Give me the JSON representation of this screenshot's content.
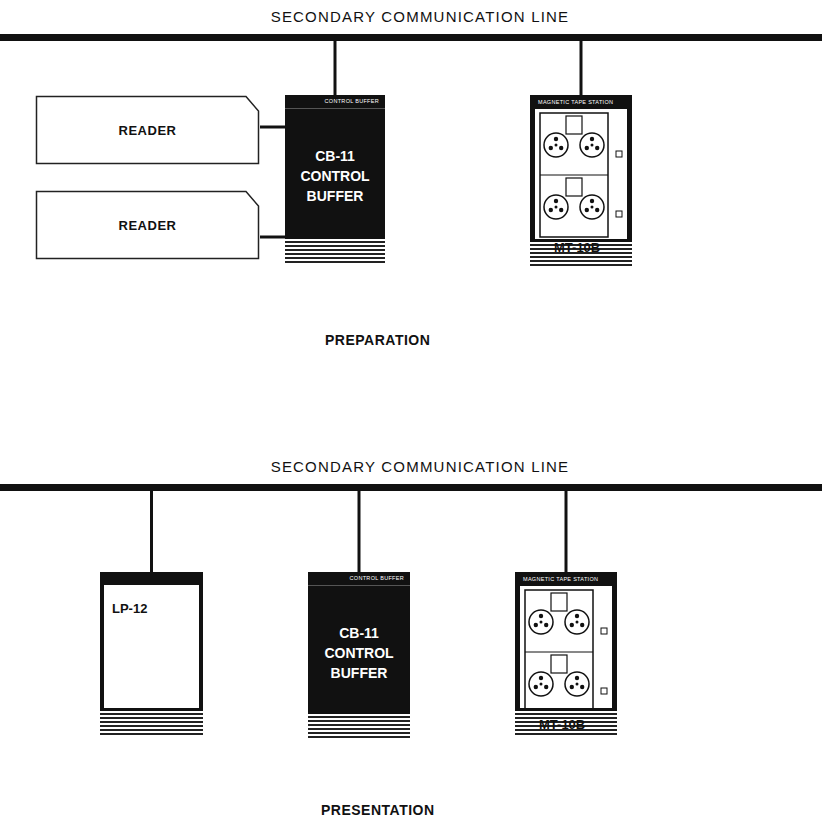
{
  "diagram": {
    "nodes": [
      {
        "text": [
          "SECONDARY COMMUNICATION LINE"
        ]
      },
      {
        "text": [
          "READER"
        ]
      },
      {
        "text": [
          "CONTROL BUFFER",
          "CB-11 CONTROL BUFFER"
        ]
      },
      {
        "text": [
          "MAGNETIC TAPE STATION",
          "MT-10B"
        ]
      },
      {
        "text": [
          "READER"
        ]
      },
      {
        "text": [
          "SECONDARY COMMUNICATION LINE"
        ]
      },
      {
        "text": [
          "LP-12"
        ]
      },
      {
        "text": [
          "CONTROL BUFFER",
          "CB-11 CONTROL BUFFER"
        ]
      },
      {
        "text": [
          "MAGNETIC TAPE STATION",
          "MT-10B"
        ]
      }
    ],
    "edges": [
      {
        "from": 1,
        "to": 2,
        "arrow": "none"
      },
      {
        "from": 4,
        "to": 2,
        "arrow": "none"
      },
      {
        "from": 2,
        "to": 0,
        "arrow": "none"
      },
      {
        "from": 3,
        "to": 0,
        "arrow": "none"
      },
      {
        "from": 6,
        "to": 5,
        "arrow": "none"
      },
      {
        "from": 7,
        "to": 5,
        "arrow": "none"
      },
      {
        "from": 8,
        "to": 5,
        "arrow": "none"
      }
    ],
    "labels": [
      "PREPARATION",
      "PRESENTATION"
    ]
  }
}
